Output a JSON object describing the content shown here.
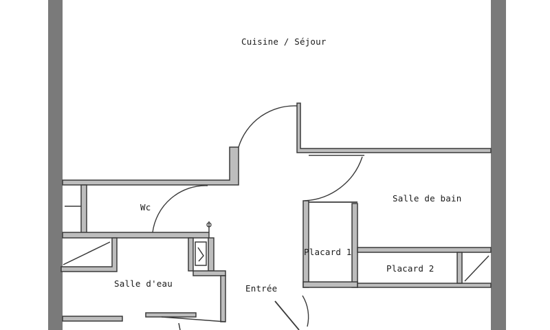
{
  "rooms": {
    "cuisine_sejour": "Cuisine / Séjour",
    "salle_de_bain": "Salle de bain",
    "wc": "Wc",
    "placard_1": "Placard 1",
    "placard_2": "Placard 2",
    "salle_deau": "Salle d'eau",
    "entree": "Entrée"
  },
  "colors": {
    "exterior_wall": "#7a7a7a",
    "partition_fill": "#bdbdbd",
    "line": "#3a3a3a"
  }
}
